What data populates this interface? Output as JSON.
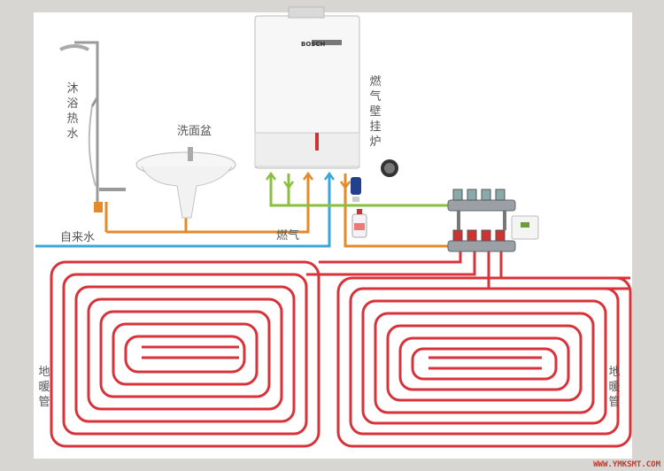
{
  "labels": {
    "shower": "沐浴热水",
    "basin": "洗面盆",
    "boiler": "燃气壁挂炉",
    "tap_water": "自来水",
    "gas": "燃气",
    "floor_heating_left": "地暖管",
    "floor_heating_right": "地暖管"
  },
  "boiler_brand": "BOSCH",
  "watermark": "WWW.YMKSMT.COM",
  "colors": {
    "heating_pipe": "#d8333a",
    "hot_pipe": "#e58a2a",
    "cold_pipe": "#3aa7d8",
    "gas_pipe": "#8bbf3f"
  }
}
